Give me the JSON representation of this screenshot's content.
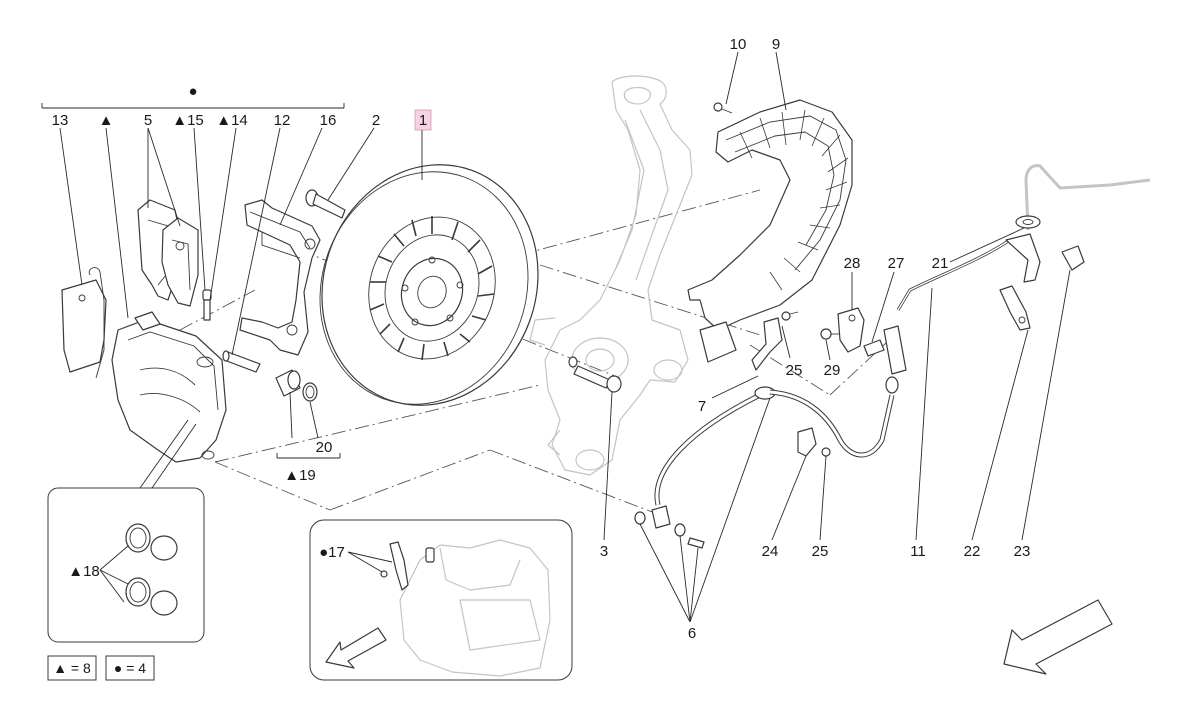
{
  "title": "",
  "callouts": {
    "group_symbol": "●",
    "c13": "13",
    "c_tri": "▲",
    "c5": "5",
    "c15": "▲15",
    "c14": "▲14",
    "c12": "12",
    "c16": "16",
    "c2": "2",
    "c1": "1",
    "c10": "10",
    "c9": "9",
    "c28": "28",
    "c27": "27",
    "c21": "21",
    "c25a": "25",
    "c29": "29",
    "c7": "7",
    "c20": "20",
    "c19": "▲19",
    "c3": "3",
    "c6": "6",
    "c24": "24",
    "c25b": "25",
    "c11": "11",
    "c22": "22",
    "c23": "23",
    "c18": "▲18",
    "c17": "●17"
  },
  "highlighted_part": "1",
  "legend": {
    "triangle_qty": "▲ = 8",
    "dot_qty": "● = 4"
  }
}
